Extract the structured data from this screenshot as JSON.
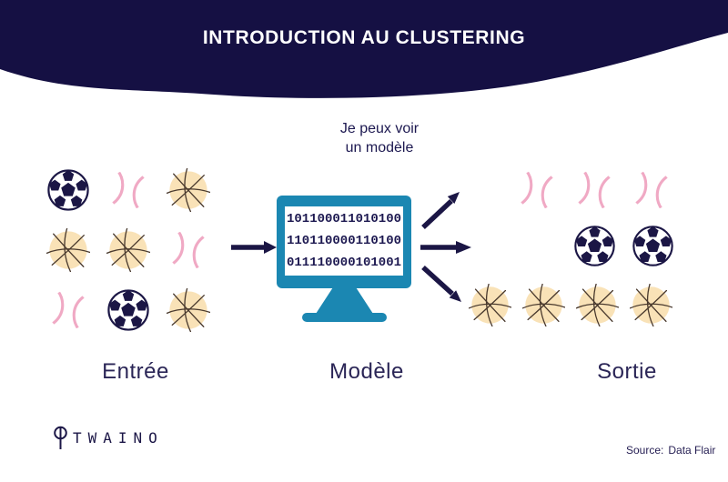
{
  "header": {
    "title": "INTRODUCTION AU CLUSTERING"
  },
  "speech_bubble": {
    "line1": "Je peux voir",
    "line2": "un modèle"
  },
  "monitor": {
    "binary_lines": [
      "101100011010100",
      "110110000110100",
      "011110000101001"
    ]
  },
  "labels": {
    "input": "Entrée",
    "model": "Modèle",
    "output": "Sortie"
  },
  "input_grid": {
    "rows": [
      [
        "soccer",
        "baseball",
        "basketball"
      ],
      [
        "basketball",
        "basketball",
        "baseball"
      ],
      [
        "baseball",
        "soccer",
        "basketball"
      ]
    ]
  },
  "output_clusters": [
    {
      "name": "baseballs",
      "type": "baseball",
      "count": 3
    },
    {
      "name": "soccer-balls",
      "type": "soccer",
      "count": 2
    },
    {
      "name": "basketballs",
      "type": "basketball",
      "count": 4
    }
  ],
  "branding": {
    "logo_text": "TWAINO"
  },
  "source": {
    "label": "Source:",
    "value": "Data Flair"
  },
  "colors": {
    "navy": "#1b1645",
    "teal": "#1b87b2",
    "peach": "#fcdcb2",
    "pink": "#f28fac",
    "white": "#ffffff",
    "baseball_seam": "#f0a9c4",
    "basketball_fill": "#f9e2b7",
    "basketball_line": "#4a3a2e"
  }
}
